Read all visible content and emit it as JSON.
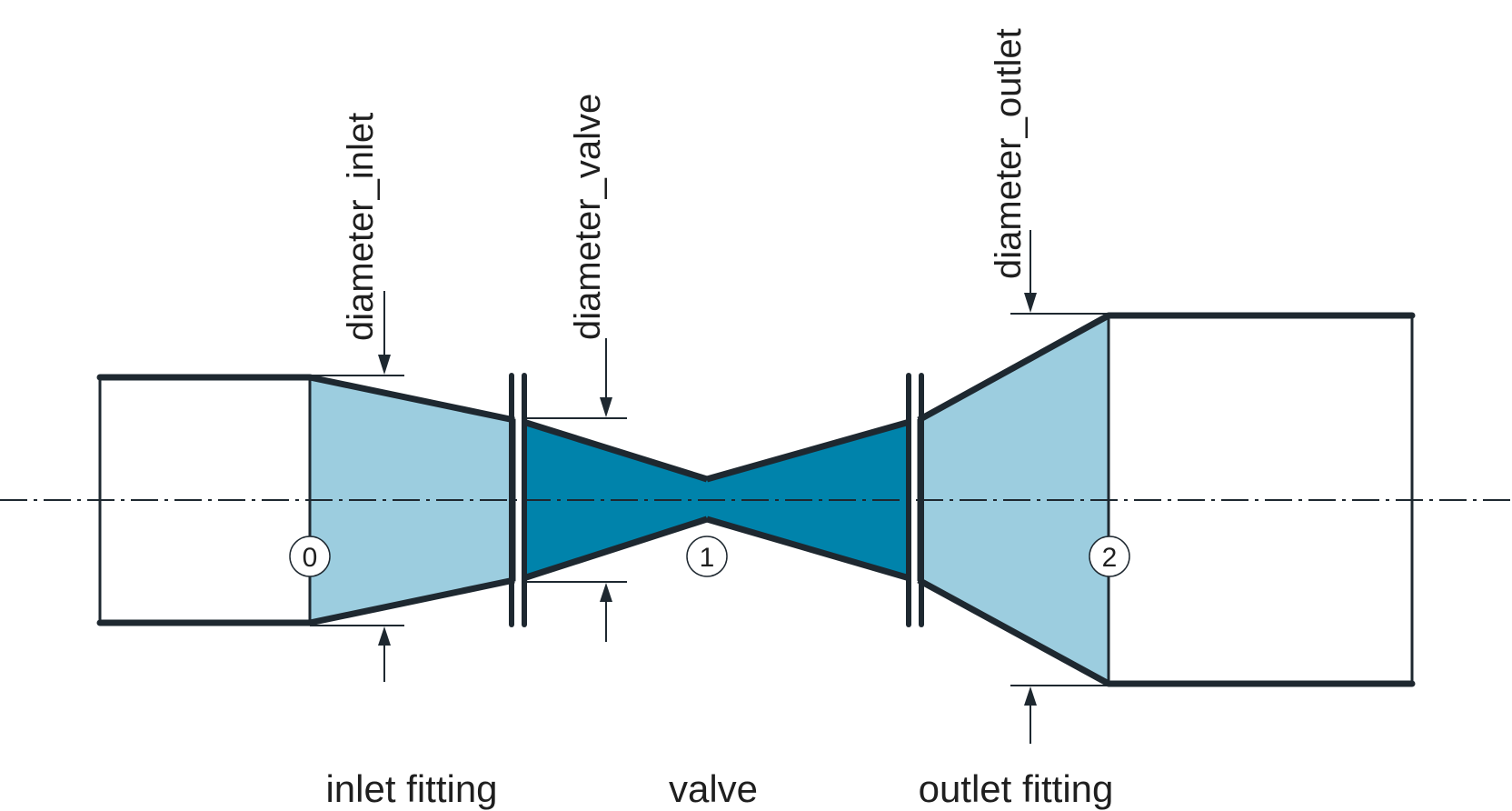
{
  "colors": {
    "outline": "#1e2830",
    "fitting_fill": "#9ccddf",
    "valve_fill": "#0083ab",
    "background": "#ffffff"
  },
  "dimensions": {
    "inlet": "diameter_inlet",
    "valve": "diameter_valve",
    "outlet": "diameter_outlet"
  },
  "nodes": {
    "n0": "0",
    "n1": "1",
    "n2": "2"
  },
  "sections": {
    "inlet": "inlet fitting",
    "valve": "valve",
    "outlet": "outlet fitting"
  }
}
